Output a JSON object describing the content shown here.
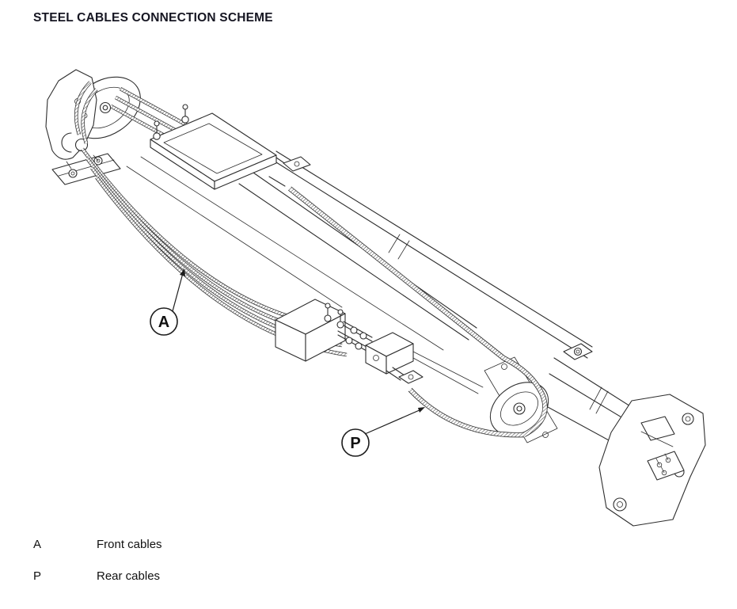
{
  "page": {
    "title": "STEEL CABLES CONNECTION SCHEME"
  },
  "callouts": {
    "a": "A",
    "p": "P"
  },
  "legend": {
    "items": [
      {
        "key": "A",
        "label": "Front cables"
      },
      {
        "key": "P",
        "label": "Rear cables"
      }
    ]
  },
  "colors": {
    "line": "#2e2e2e",
    "title": "#161622",
    "background": "#ffffff"
  }
}
